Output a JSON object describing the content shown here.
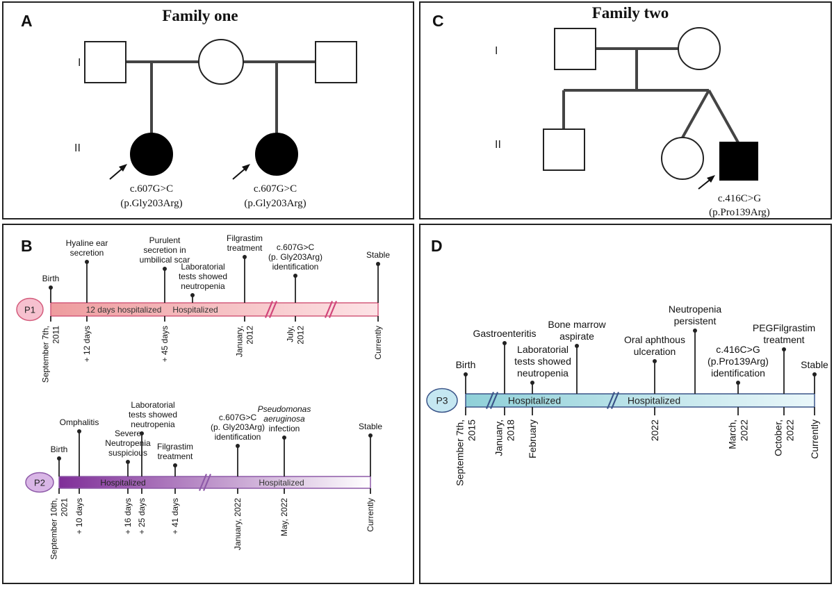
{
  "panels": {
    "A": {
      "letter": "A",
      "title": "Family one",
      "gen1": "I",
      "gen2": "II",
      "variant1": [
        "c.607G>C",
        "(p.Gly203Arg)"
      ],
      "variant2": [
        "c.607G>C",
        "(p.Gly203Arg)"
      ]
    },
    "C": {
      "letter": "C",
      "title": "Family two",
      "gen1": "I",
      "gen2": "II",
      "variant": [
        "c.416C>G",
        "(p.Pro139Arg)"
      ]
    },
    "B": {
      "letter": "B",
      "p1": {
        "label": "P1",
        "colors": {
          "start": "#ee9c9e",
          "end": "#fde3e6",
          "stroke": "#d35b7b",
          "badge": "#f6c1cf"
        },
        "bar_labels": [
          "12 days hospitalized",
          "Hospitalized"
        ],
        "events": [
          [
            "Birth"
          ],
          [
            "Hyaline ear",
            "secretion"
          ],
          [
            "Purulent",
            "secretion in",
            "umbilical scar"
          ],
          [
            "Laboratorial",
            "tests showed",
            "neutropenia"
          ],
          [
            "Filgrastim",
            "treatment"
          ],
          [
            "c.607G>C",
            "(p. Gly203Arg)",
            "identification"
          ],
          [
            "Stable"
          ]
        ],
        "dates": [
          [
            "September 7th,",
            "2011"
          ],
          [
            "+ 12 days"
          ],
          [
            "+ 45 days"
          ],
          [
            "January,",
            "2012"
          ],
          [
            "July,",
            "2012"
          ],
          [
            "Currently"
          ]
        ]
      },
      "p2": {
        "label": "P2",
        "colors": {
          "start": "#7f2e98",
          "end": "#ffffff",
          "stroke": "#8e5aa8",
          "badge": "#d9b6e6"
        },
        "bar_labels": [
          "Hospitalized",
          "Hospitalized"
        ],
        "events": [
          [
            "Birth"
          ],
          [
            "Omphalitis"
          ],
          [
            "Severe",
            "Neutropenia",
            "suspicious"
          ],
          [
            "Laboratorial",
            "tests showed",
            "neutropenia"
          ],
          [
            "Filgrastim",
            "treatment"
          ],
          [
            "c.607G>C",
            "(p. Gly203Arg)",
            "identification"
          ],
          [
            "Pseudomonas",
            "aeruginosa",
            "infection"
          ],
          [
            "Stable"
          ]
        ],
        "dates": [
          [
            "September 10th,",
            "2021"
          ],
          [
            "+ 10 days"
          ],
          [
            "+ 16  days"
          ],
          [
            "+ 25 days"
          ],
          [
            "+ 41 days"
          ],
          [
            "January, 2022"
          ],
          [
            "May, 2022"
          ],
          [
            "Currently"
          ]
        ]
      }
    },
    "D": {
      "letter": "D",
      "p3": {
        "label": "P3",
        "colors": {
          "start": "#8fd0d8",
          "end": "#eaf7fa",
          "stroke": "#3a5488",
          "badge": "#c5e7f1"
        },
        "bar_labels": [
          "Hospitalized",
          "Hospitalized"
        ],
        "events": [
          [
            "Birth"
          ],
          [
            "Gastroenteritis"
          ],
          [
            "Laboratorial",
            "tests showed",
            "neutropenia"
          ],
          [
            "Bone marrow",
            "aspirate"
          ],
          [
            "Oral aphthous",
            "ulceration"
          ],
          [
            "Neutropenia",
            "persistent"
          ],
          [
            "c.416C>G",
            "(p.Pro139Arg)",
            "identification"
          ],
          [
            "PEGFilgrastim",
            "treatment"
          ],
          [
            "Stable"
          ]
        ],
        "dates": [
          [
            "September 7th,",
            "2015"
          ],
          [
            "January,",
            "2018"
          ],
          [
            "February"
          ],
          [
            "2022"
          ],
          [
            "March,",
            "2022"
          ],
          [
            "October,",
            "2022"
          ],
          [
            "Currently"
          ]
        ]
      }
    }
  }
}
